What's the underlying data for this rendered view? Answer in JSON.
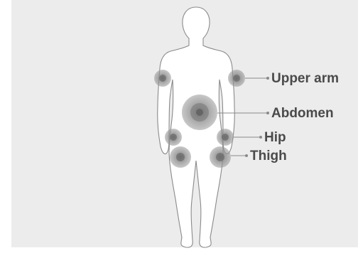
{
  "diagram": {
    "labels": {
      "upper_arm": "Upper arm",
      "abdomen": "Abdomen",
      "hip": "Hip",
      "thigh": "Thigh"
    },
    "colors": {
      "background": "#ececec",
      "body_fill": "#ffffff",
      "body_outline": "#8a8a8a",
      "marker": "#7a7a7a",
      "label_text": "#4a4a4a"
    }
  }
}
